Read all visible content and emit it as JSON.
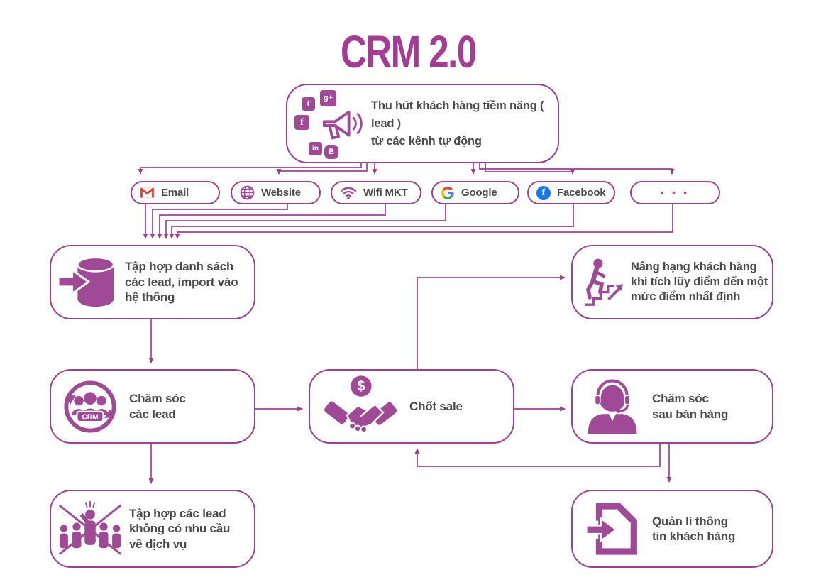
{
  "title": "CRM 2.0",
  "colors": {
    "primary": "#9C4191",
    "icon_purple": "#A04A97",
    "text_gray": "#4A4A4A",
    "gmail_red": "#D93C2E",
    "facebook_blue": "#1877F2",
    "google_blue": "#4285F4",
    "google_red": "#EA4335",
    "google_yellow": "#FBBC05",
    "google_green": "#34A853"
  },
  "top_box": {
    "lines": [
      "Thu hút khách hàng tiềm năng ( lead )",
      "từ các kênh tự động"
    ],
    "icons": [
      "twitter-icon",
      "google-plus-icon",
      "facebook-icon",
      "linkedin-icon",
      "blogger-icon",
      "megaphone-icon"
    ]
  },
  "social_letters": {
    "twitter": "t",
    "gplus": "g+",
    "facebook": "f",
    "linkedin": "in",
    "blogger": "B"
  },
  "channels": [
    {
      "label": "Email",
      "icon": "gmail-icon"
    },
    {
      "label": "Website",
      "icon": "globe-icon"
    },
    {
      "label": "Wifi MKT",
      "icon": "wifi-icon"
    },
    {
      "label": "Google",
      "icon": "google-g-icon"
    },
    {
      "label": "Facebook",
      "icon": "facebook-circle-icon"
    },
    {
      "label": "• • •",
      "icon": "ellipsis-dots-icon"
    }
  ],
  "nodes": {
    "db": {
      "icon": "database-import-icon",
      "lines": [
        "Tập hợp danh sách",
        "các lead, import vào",
        "hệ thống"
      ]
    },
    "upgrade": {
      "icon": "climb-stairs-icon",
      "lines": [
        "Nâng hạng khách hàng",
        "khi tích lũy điểm đến một",
        "mức điểm nhất định"
      ]
    },
    "care": {
      "icon": "crm-loop-icon",
      "lines": [
        "Chăm sóc",
        "các lead"
      ]
    },
    "sale": {
      "icon": "handshake-dollar-icon",
      "lines": [
        "Chốt sale"
      ]
    },
    "aftercare": {
      "icon": "support-agent-icon",
      "lines": [
        "Chăm sóc",
        "sau bán hàng"
      ]
    },
    "nonneed": {
      "icon": "rejected-leads-icon",
      "lines": [
        "Tập hợp các lead",
        "không có nhu cầu",
        "về dịch vụ"
      ]
    },
    "manage": {
      "icon": "document-import-icon",
      "lines": [
        "Quản lí thông",
        "tin khách hàng"
      ]
    }
  }
}
